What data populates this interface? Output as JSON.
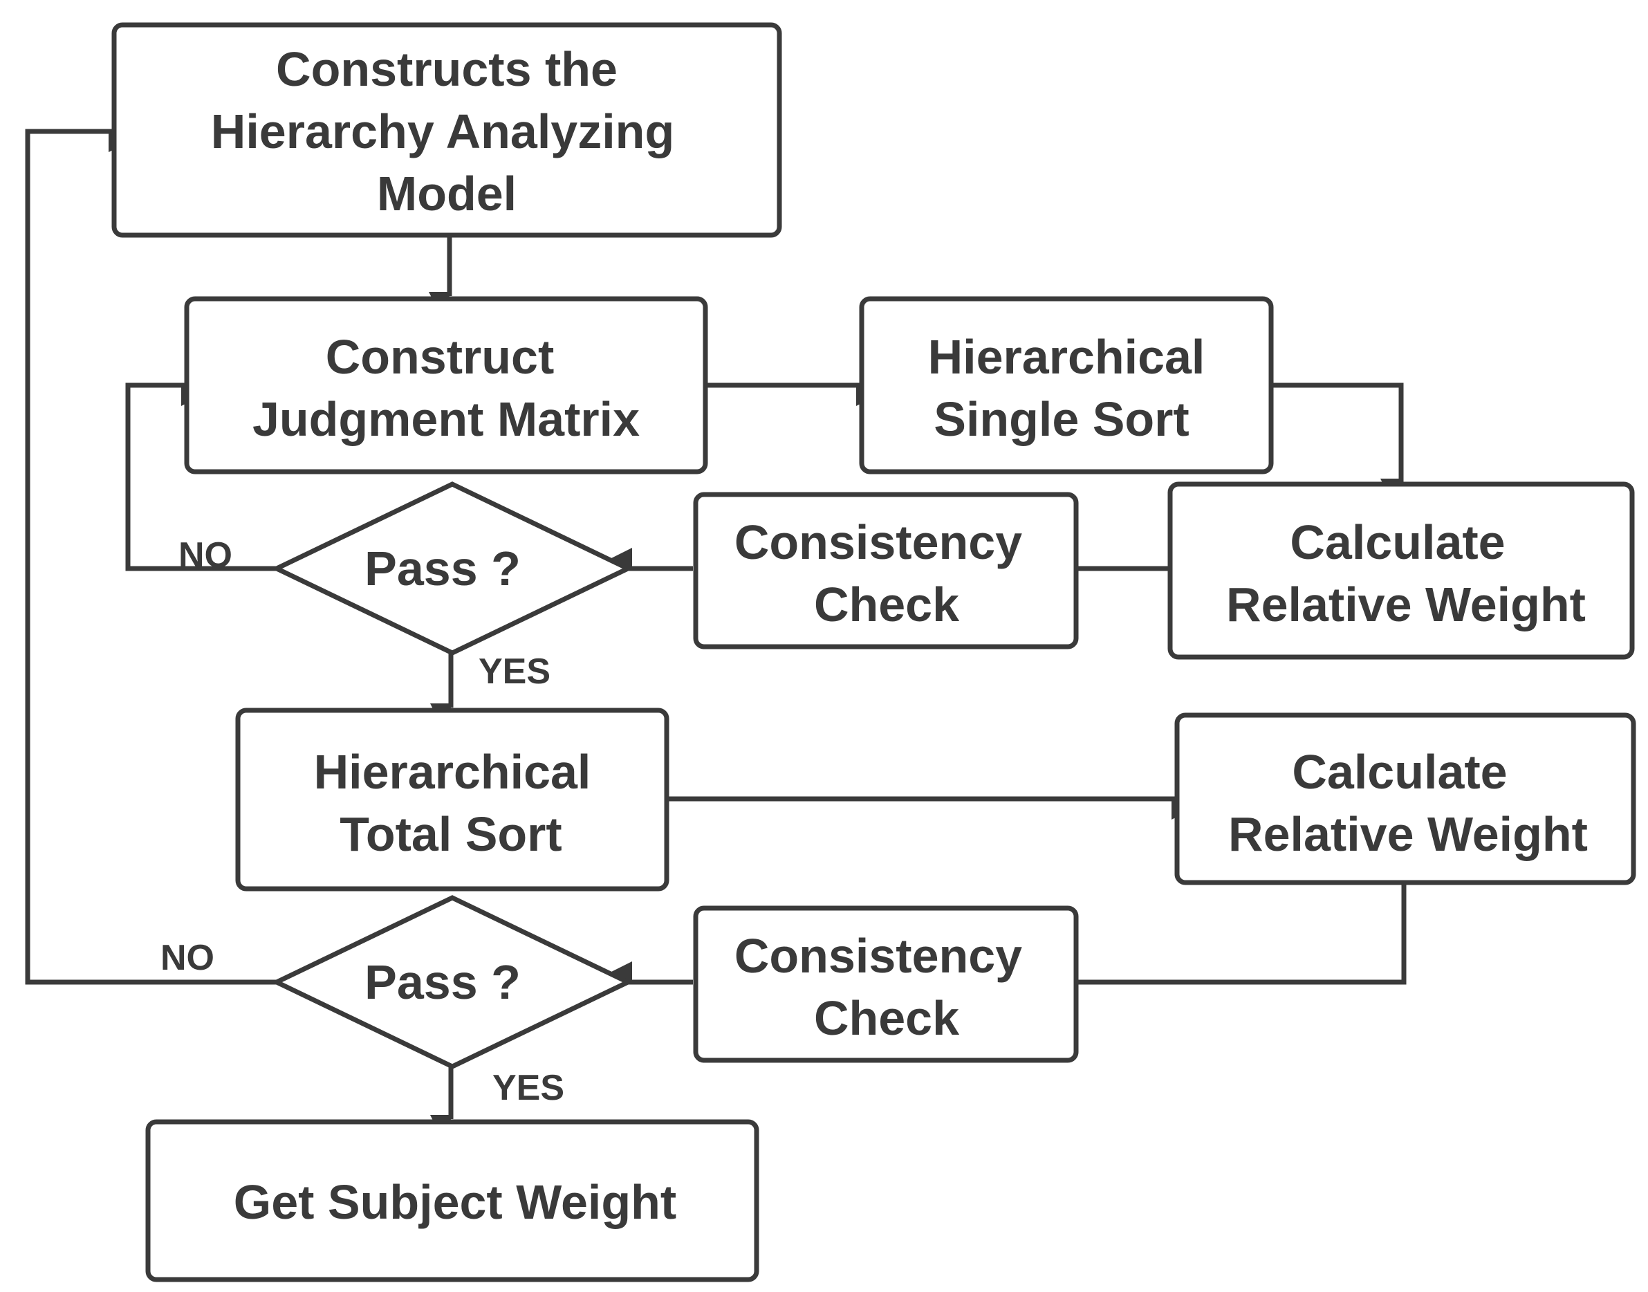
{
  "diagram": {
    "nodes": {
      "model": {
        "lines": [
          "Constructs the",
          "Hierarchy Analyzing",
          "Model"
        ]
      },
      "judgment": {
        "lines": [
          "Construct",
          "Judgment Matrix"
        ]
      },
      "single_sort": {
        "lines": [
          "Hierarchical",
          "Single Sort"
        ]
      },
      "weight1": {
        "lines": [
          "Calculate",
          "Relative Weight"
        ]
      },
      "check1": {
        "lines": [
          "Consistency",
          "Check"
        ]
      },
      "pass1": {
        "lines": [
          "Pass ?"
        ]
      },
      "total_sort": {
        "lines": [
          "Hierarchical",
          "Total Sort"
        ]
      },
      "weight2": {
        "lines": [
          "Calculate",
          "Relative Weight"
        ]
      },
      "check2": {
        "lines": [
          "Consistency",
          "Check"
        ]
      },
      "pass2": {
        "lines": [
          "Pass ?"
        ]
      },
      "subject": {
        "lines": [
          "Get Subject Weight"
        ]
      }
    },
    "edge_labels": {
      "no1": "NO",
      "yes1": "YES",
      "no2": "NO",
      "yes2": "YES"
    }
  }
}
